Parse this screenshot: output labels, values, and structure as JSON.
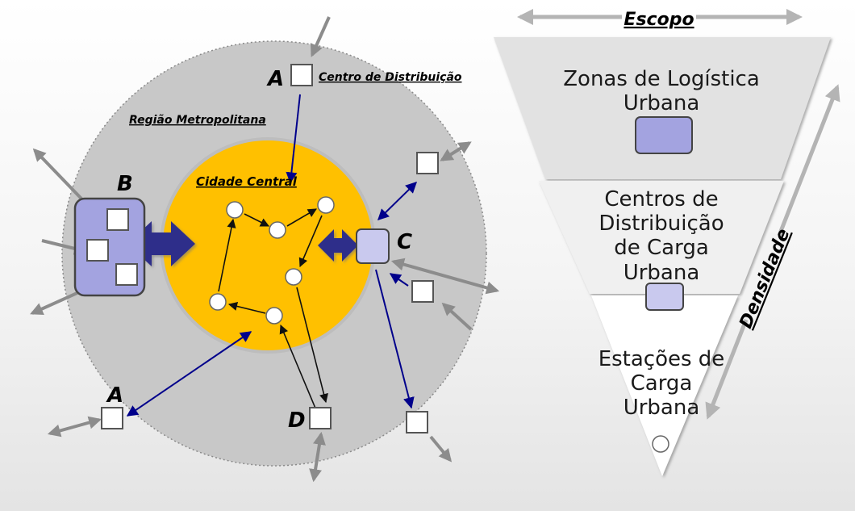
{
  "labels": {
    "centro_distribuicao": "Centro de Distribuição",
    "regiao_metropolitana": "Região Metropolitana",
    "cidade_central": "Cidade Central",
    "node_a_top": "A",
    "node_a_bottom": "A",
    "node_b": "B",
    "node_c": "C",
    "node_d": "D"
  },
  "scope": {
    "title": "Escopo",
    "density": "Densidade",
    "levels": [
      {
        "lines": [
          "Zonas de Logística",
          "Urbana"
        ]
      },
      {
        "lines": [
          "Centros de",
          "Distribuição",
          "de Carga",
          "Urbana"
        ]
      },
      {
        "lines": [
          "Estações de",
          "Carga",
          "Urbana"
        ]
      }
    ]
  },
  "colors": {
    "metro_region": "#c8c8c8",
    "central_city": "#ffc000",
    "zone_fill": "#a3a3e0",
    "center_fill": "#c9c9ee",
    "dark_arrow": "#2e2e8a",
    "gray_arrow": "#8c8c8c",
    "link_arrow": "#00008b"
  }
}
